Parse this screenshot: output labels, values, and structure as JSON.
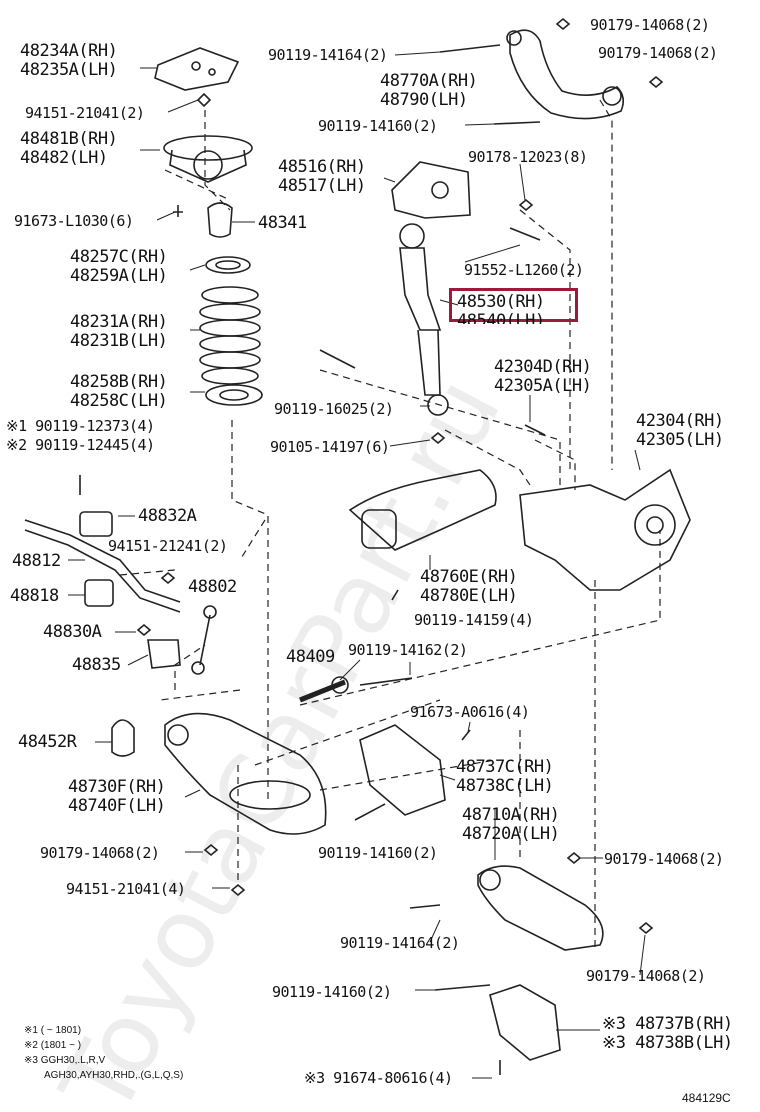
{
  "diagram": {
    "watermark": "ToyotaCarPart.ru",
    "figure_code": "484129C",
    "highlight_part": "48530(RH)",
    "labels": {
      "l48234a": "48234A(RH)",
      "l48235a": "48235A(LH)",
      "l94151_21041a": "94151-21041(2)",
      "l48481b": "48481B(RH)",
      "l48482": "48482(LH)",
      "l91673_l1030": "91673-L1030(6)",
      "l48341": "48341",
      "l48257c": "48257C(RH)",
      "l48259a": "48259A(LH)",
      "l48231a": "48231A(RH)",
      "l48231b": "48231B(LH)",
      "l48258b": "48258B(RH)",
      "l48258c": "48258C(LH)",
      "l90119_12373": "※1 90119-12373(4)",
      "l90119_12445": "※2 90119-12445(4)",
      "l48832a": "48832A",
      "l48812": "48812",
      "l94151_21241": "94151-21241(2)",
      "l48818": "48818",
      "l48802": "48802",
      "l48830a": "48830A",
      "l48835": "48835",
      "l48452r": "48452R",
      "l48730f": "48730F(RH)",
      "l48740f": "48740F(LH)",
      "l90179_14068_left": "90179-14068(2)",
      "l94151_21041b": "94151-21041(4)",
      "l90179_14068_top1": "90179-14068(2)",
      "l90179_14068_top2": "90179-14068(2)",
      "l90119_14164_top": "90119-14164(2)",
      "l48770a": "48770A(RH)",
      "l48790": "48790(LH)",
      "l90119_14160_top": "90119-14160(2)",
      "l48516": "48516(RH)",
      "l48517": "48517(LH)",
      "l90178_12023": "90178-12023(8)",
      "l91552_l1260": "91552-L1260(2)",
      "l48530": "48530(RH)",
      "l48540": "48540(LH)",
      "l42304d": "42304D(RH)",
      "l42305a": "42305A(LH)",
      "l90119_16025": "90119-16025(2)",
      "l42304": "42304(RH)",
      "l42305": "42305(LH)",
      "l90105_14197": "90105-14197(6)",
      "l48760e": "48760E(RH)",
      "l48780e": "48780E(LH)",
      "l90119_14159": "90119-14159(4)",
      "l48409": "48409",
      "l90119_14162": "90119-14162(2)",
      "l91673_a0616": "91673-A0616(4)",
      "l48737c": "48737C(RH)",
      "l48738c": "48738C(LH)",
      "l90119_14160_mid": "90119-14160(2)",
      "l48710a": "48710A(RH)",
      "l48720a": "48720A(LH)",
      "l90179_14068_r1": "90179-14068(2)",
      "l90119_14164_bot": "90119-14164(2)",
      "l90179_14068_r2": "90179-14068(2)",
      "l90119_14160_bot": "90119-14160(2)",
      "l48737b": "※3 48737B(RH)",
      "l48738b": "※3 48738B(LH)",
      "l91674_80616": "※3 91674-80616(4)"
    },
    "notes": {
      "n1": "※1 (        ~ 1801)",
      "n2": "※2 (1801 ~        )",
      "n3": "※3 GGH30,.L,R,V",
      "n4": "AGH30,AYH30,RHD,.(G,L,Q,S)"
    }
  }
}
